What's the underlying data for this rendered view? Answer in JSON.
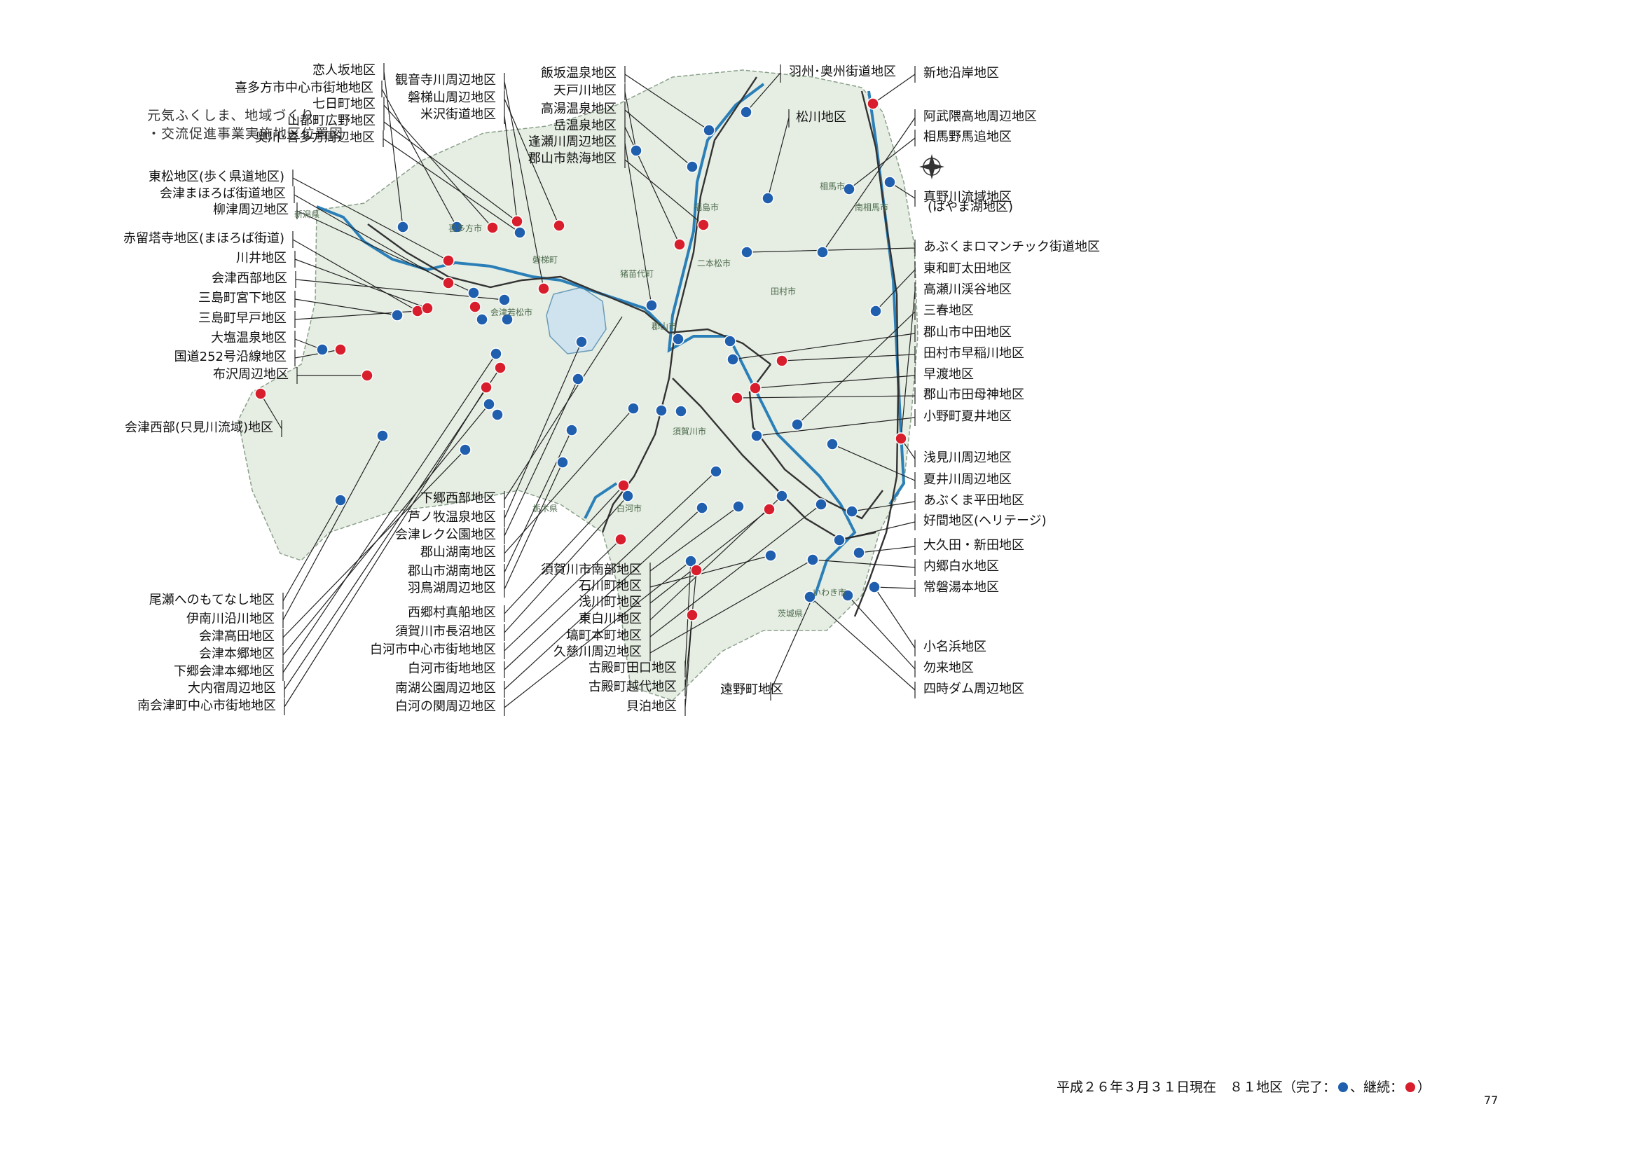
{
  "title": [
    "元気ふくしま、地域づくり",
    "・交流促進事業実施地区位置図"
  ],
  "footer": {
    "prefix": "平成２６年３月３１日現在　８１地区（完了：",
    "sep": "、継続：",
    "suffix": "）"
  },
  "page_number": "77",
  "colors": {
    "complete": "#1f5fae",
    "continuing": "#d81e2c",
    "map": "#e8efe6",
    "river": "#2b7fb8",
    "road": "#333333"
  },
  "labels_left": [
    "恋人坂地区",
    "喜多方市中心市街地地区",
    "七日町地区",
    "山都町広野地区",
    "奥川･喜多方周辺地区",
    "東松地区(歩く県道地区)",
    "会津まほろば街道地区",
    "柳津周辺地区",
    "赤留塔寺地区(まほろば街道)",
    "川井地区",
    "会津西部地区",
    "三島町宮下地区",
    "三島町早戸地区",
    "大塩温泉地区",
    "国道252号沿線地区",
    "布沢周辺地区",
    "会津西部(只見川流域)地区",
    "尾瀬へのもてなし地区",
    "伊南川沿川地区",
    "会津高田地区",
    "会津本郷地区",
    "下郷会津本郷地区",
    "大内宿周辺地区",
    "南会津町中心市街地地区"
  ],
  "labels_mid": [
    "観音寺川周辺地区",
    "磐梯山周辺地区",
    "米沢街道地区",
    "下郷西部地区",
    "芦ノ牧温泉地区",
    "会津レク公園地区",
    "郡山湖南地区",
    "郡山市湖南地区",
    "羽鳥湖周辺地区",
    "西郷村真船地区",
    "須賀川市長沼地区",
    "白河市中心市街地地区",
    "白河市街地地区",
    "南湖公園周辺地区",
    "白河の関周辺地区"
  ],
  "labels_center": [
    "飯坂温泉地区",
    "天戸川地区",
    "高湯温泉地区",
    "岳温泉地区",
    "逢瀬川周辺地区",
    "郡山市熱海地区",
    "須賀川市南部地区",
    "石川町地区",
    "浅川町地区",
    "東白川地区",
    "塙町本町地区",
    "久慈川周辺地区",
    "古殿町田口地区",
    "古殿町越代地区",
    "貝泊地区"
  ],
  "label_hanshu": "羽州･奥州街道地区",
  "label_matsukawa": "松川地区",
  "label_tono": "遠野町地区",
  "labels_right": [
    "新地沿岸地区",
    "阿武隈高地周辺地区",
    "相馬野馬追地区",
    "真野川流域地区",
    "(はやま湖地区)",
    "あぶくまロマンチック街道地区",
    "東和町太田地区",
    "高瀬川渓谷地区",
    "三春地区",
    "郡山市中田地区",
    "田村市早稲川地区",
    "早渡地区",
    "郡山市田母神地区",
    "小野町夏井地区",
    "浅見川周辺地区",
    "夏井川周辺地区",
    "あぶくま平田地区",
    "好間地区(ヘリテージ)",
    "大久田・新田地区",
    "内郷白水地区",
    "常磐湯本地区",
    "小名浜地区",
    "勿来地区",
    "四時ダム周辺地区"
  ],
  "map_text": [
    "郡山市",
    "猪苗代町",
    "磐梯町",
    "会津若松市",
    "喜多方市",
    "福島市",
    "二本松市",
    "相馬市",
    "南相馬市",
    "いわき市",
    "白河市",
    "須賀川市",
    "田村市",
    "茨城県",
    "栃木県",
    "新潟県"
  ],
  "points": [
    [
      575,
      324,
      "c"
    ],
    [
      652,
      324,
      "b"
    ],
    [
      703,
      325,
      "r"
    ],
    [
      738,
      316,
      "r"
    ],
    [
      742,
      332,
      "b"
    ],
    [
      798,
      322,
      "r"
    ],
    [
      776,
      412,
      "r"
    ],
    [
      640,
      372,
      "r"
    ],
    [
      640,
      404,
      "r"
    ],
    [
      676,
      418,
      "b"
    ],
    [
      720,
      428,
      "b"
    ],
    [
      678,
      438,
      "r"
    ],
    [
      596,
      444,
      "r"
    ],
    [
      610,
      440,
      "r"
    ],
    [
      567,
      450,
      "b"
    ],
    [
      688,
      456,
      "b"
    ],
    [
      724,
      456,
      "b"
    ],
    [
      460,
      499,
      "b"
    ],
    [
      486,
      499,
      "r"
    ],
    [
      524,
      536,
      "r"
    ],
    [
      372,
      562,
      "r"
    ],
    [
      708,
      505,
      "b"
    ],
    [
      714,
      525,
      "r"
    ],
    [
      694,
      553,
      "r"
    ],
    [
      698,
      577,
      "b"
    ],
    [
      710,
      592,
      "b"
    ],
    [
      546,
      622,
      "b"
    ],
    [
      664,
      642,
      "b"
    ],
    [
      486,
      714,
      "b"
    ],
    [
      830,
      488,
      "b"
    ],
    [
      825,
      541,
      "b"
    ],
    [
      904,
      583,
      "b"
    ],
    [
      816,
      614,
      "b"
    ],
    [
      803,
      660,
      "b"
    ],
    [
      890,
      693,
      "r"
    ],
    [
      896,
      708,
      "b"
    ],
    [
      886,
      770,
      "r"
    ],
    [
      1065,
      160,
      "b"
    ],
    [
      1012,
      186,
      "b"
    ],
    [
      908,
      215,
      "b"
    ],
    [
      988,
      238,
      "b"
    ],
    [
      1096,
      283,
      "b"
    ],
    [
      970,
      349,
      "r"
    ],
    [
      1004,
      321,
      "r"
    ],
    [
      930,
      436,
      "b"
    ],
    [
      968,
      484,
      "b"
    ],
    [
      1042,
      487,
      "b"
    ],
    [
      1046,
      513,
      "b"
    ],
    [
      1116,
      515,
      "r"
    ],
    [
      1078,
      554,
      "r"
    ],
    [
      1052,
      568,
      "r"
    ],
    [
      1138,
      606,
      "b"
    ],
    [
      944,
      586,
      "b"
    ],
    [
      972,
      587,
      "b"
    ],
    [
      1188,
      634,
      "b"
    ],
    [
      1080,
      622,
      "b"
    ],
    [
      1022,
      673,
      "b"
    ],
    [
      1054,
      723,
      "b"
    ],
    [
      1002,
      725,
      "b"
    ],
    [
      1098,
      727,
      "r"
    ],
    [
      1116,
      708,
      "b"
    ],
    [
      1172,
      720,
      "b"
    ],
    [
      1100,
      793,
      "b"
    ],
    [
      986,
      801,
      "b"
    ],
    [
      994,
      814,
      "r"
    ],
    [
      988,
      878,
      "r"
    ],
    [
      1246,
      148,
      "r"
    ],
    [
      1270,
      260,
      "b"
    ],
    [
      1212,
      270,
      "b"
    ],
    [
      1174,
      360,
      "b"
    ],
    [
      1066,
      360,
      "b"
    ],
    [
      1250,
      444,
      "b"
    ],
    [
      1286,
      626,
      "r"
    ],
    [
      1216,
      730,
      "b"
    ],
    [
      1198,
      771,
      "b"
    ],
    [
      1226,
      789,
      "b"
    ],
    [
      1160,
      799,
      "b"
    ],
    [
      1156,
      852,
      "b"
    ],
    [
      1210,
      850,
      "b"
    ],
    [
      1248,
      838,
      "b"
    ]
  ]
}
